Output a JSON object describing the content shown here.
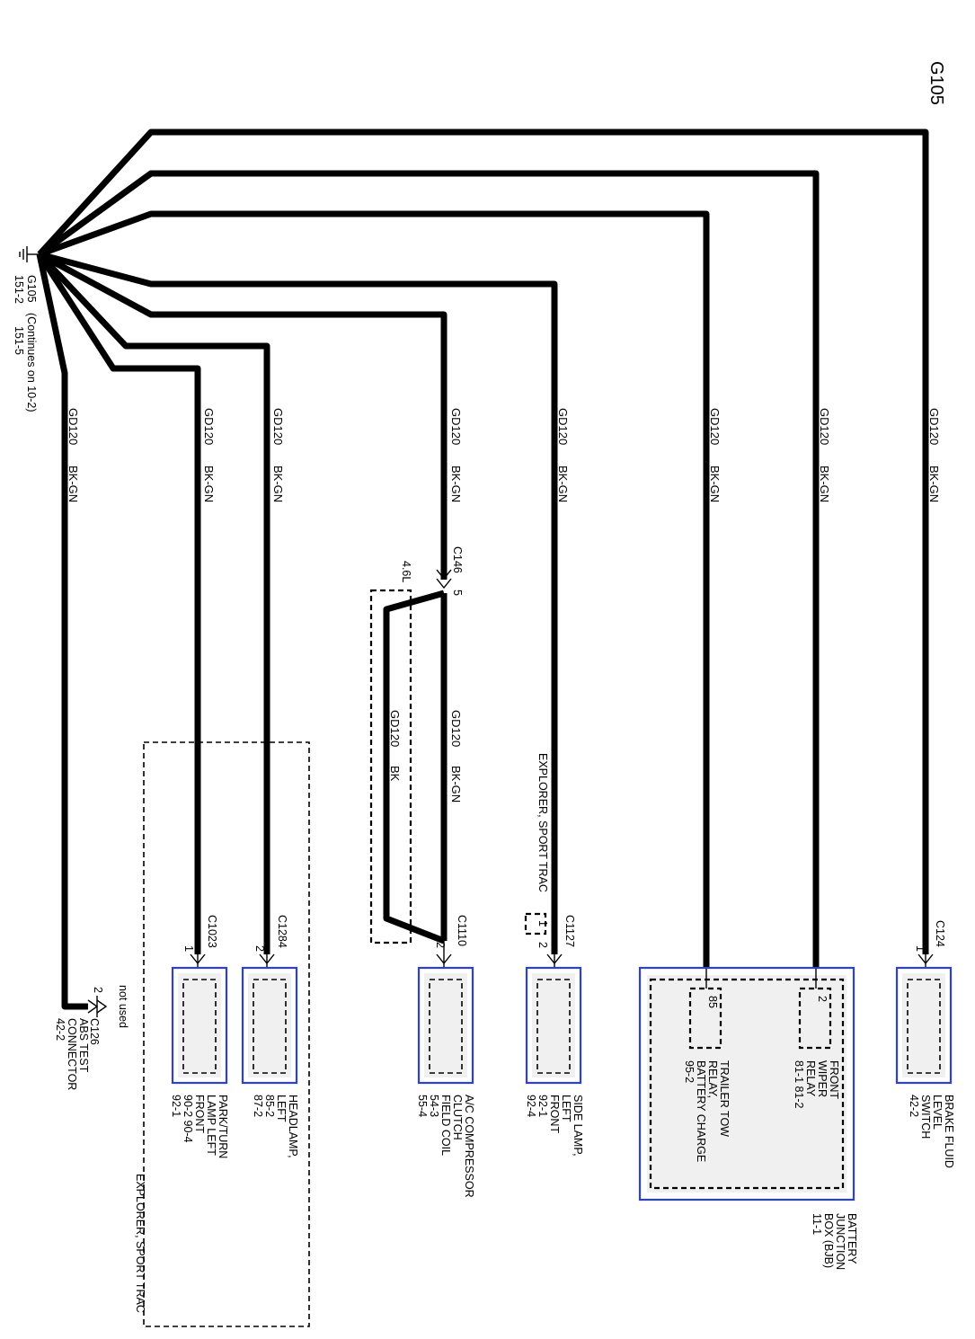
{
  "title": "G105",
  "ground": {
    "name": "G105",
    "note": "(Continues on 10-2)",
    "refs": [
      "151-2",
      "151-5"
    ]
  },
  "wires": [
    {
      "circuit": "GD120",
      "color": "BK-GN"
    },
    {
      "circuit": "GD120",
      "color": "BK-GN"
    },
    {
      "circuit": "GD120",
      "color": "BK-GN"
    },
    {
      "circuit": "GD120",
      "color": "BK-GN"
    },
    {
      "circuit": "GD120",
      "color": "BK-GN"
    },
    {
      "circuit": "GD120",
      "color": "BK-GN"
    },
    {
      "circuit": "GD120",
      "color": "BK-GN"
    },
    {
      "circuit": "GD120",
      "color": "BK-GN"
    }
  ],
  "ac_branch": {
    "inline": "C146",
    "inline_pin": "5",
    "engine": "4.6L",
    "wire_a": {
      "circuit": "GD120",
      "color": "BK-GN"
    },
    "wire_b": {
      "circuit": "GD120",
      "color": "BK"
    }
  },
  "explorer_note": "EXPLORER, SPORT TRAC",
  "components": {
    "brake_fluid": {
      "connector": "C124",
      "pin": "1",
      "lines": [
        "BRAKE FLUID",
        "LEVEL",
        "SWITCH",
        "42-2"
      ]
    },
    "bjb": {
      "lines": [
        "BATTERY",
        "JUNCTION",
        "BOX (BJB)",
        "11-1"
      ]
    },
    "front_wiper": {
      "pin": "2",
      "lines": [
        "FRONT",
        "WIPER",
        "RELAY",
        "81-1    81-2"
      ]
    },
    "trailer_tow": {
      "pin": "85",
      "lines": [
        "TRAILER TOW",
        "RELAY,",
        "BATTERY CHARGE",
        "95-2"
      ]
    },
    "side_lamp": {
      "connector": "C1127",
      "pin": "2",
      "alt_pin": "1",
      "lines": [
        "SIDE LAMP,",
        "LEFT",
        "FRONT",
        "92-1",
        "92-4"
      ]
    },
    "ac_clutch": {
      "connector": "C1110",
      "pin": "2",
      "lines": [
        "A/C COMPRESSOR",
        "CLUTCH",
        "FIELD COIL",
        "54-3",
        "55-4"
      ]
    },
    "headlamp": {
      "connector": "C1284",
      "pin": "2",
      "lines": [
        "HEADLAMP,",
        "LEFT",
        "85-2",
        "87-2"
      ]
    },
    "park_turn": {
      "connector": "C1023",
      "pin": "1",
      "lines": [
        "PARK/TURN",
        "LAMP LEFT",
        "FRONT",
        "90-2     90-4",
        "92-1"
      ]
    },
    "abs": {
      "connector": "C126",
      "pin": "2",
      "note": "not used",
      "lines": [
        "ABS TEST",
        "CONNECTOR",
        "42-2"
      ]
    }
  }
}
